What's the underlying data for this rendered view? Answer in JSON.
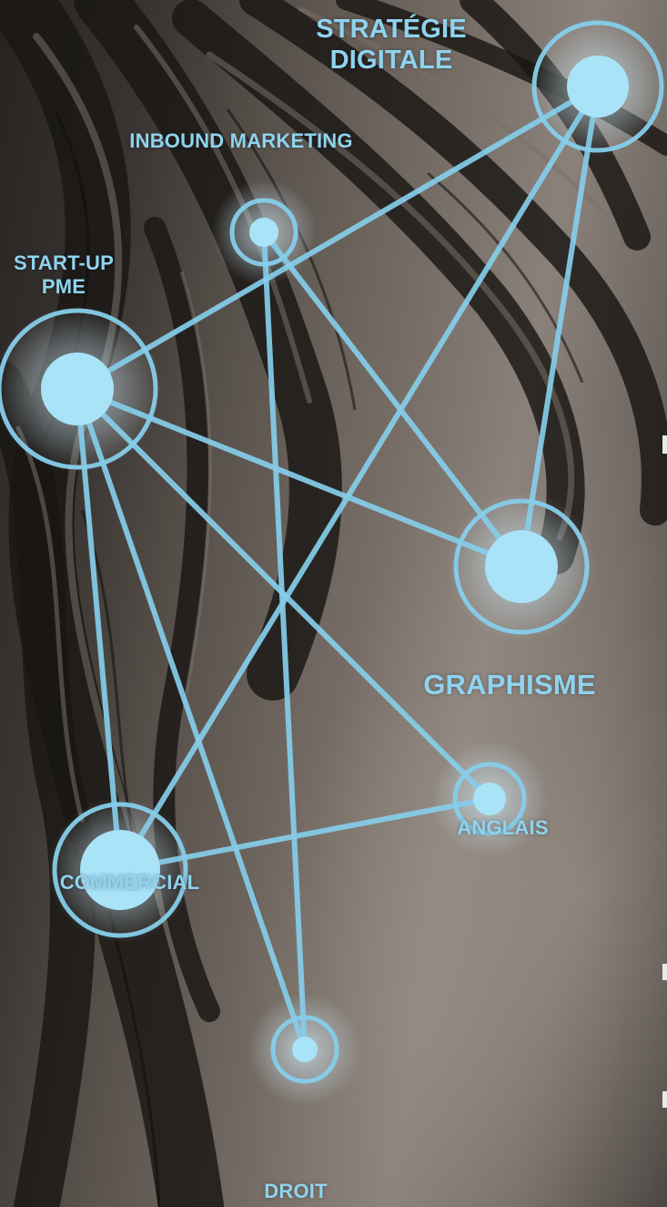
{
  "colors": {
    "accent": "#8fd3ef",
    "node_fill": "#a9e3f8",
    "line": "#86cdea"
  },
  "nodes": {
    "strategie": {
      "label": "STRATÉGIE\nDIGITALE"
    },
    "inbound": {
      "label": "INBOUND MARKETING"
    },
    "startup": {
      "label": "START-UP\nPME"
    },
    "graphisme": {
      "label": "GRAPHISME"
    },
    "anglais": {
      "label": "ANGLAIS"
    },
    "commercial": {
      "label": "COMMERCIAL"
    },
    "droit": {
      "label": "DROIT"
    }
  },
  "connections": [
    [
      "startup",
      "strategie"
    ],
    [
      "startup",
      "graphisme"
    ],
    [
      "startup",
      "anglais"
    ],
    [
      "startup",
      "commercial"
    ],
    [
      "startup",
      "droit"
    ],
    [
      "inbound",
      "graphisme"
    ],
    [
      "inbound",
      "droit"
    ],
    [
      "strategie",
      "graphisme"
    ],
    [
      "strategie",
      "commercial"
    ],
    [
      "commercial",
      "anglais"
    ]
  ]
}
